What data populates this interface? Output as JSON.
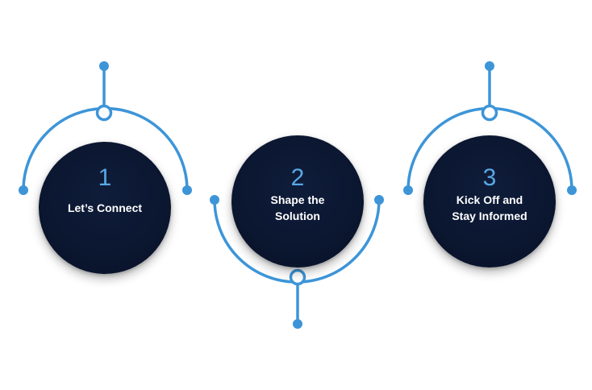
{
  "colors": {
    "accent": "#3d95d8",
    "number": "#58a8e6",
    "circle": "#0b1630",
    "label": "#ffffff"
  },
  "steps": [
    {
      "number": "1",
      "label": "Let’s Connect"
    },
    {
      "number": "2",
      "label": "Shape the\nSolution"
    },
    {
      "number": "3",
      "label": "Kick Off and\nStay Informed"
    }
  ]
}
